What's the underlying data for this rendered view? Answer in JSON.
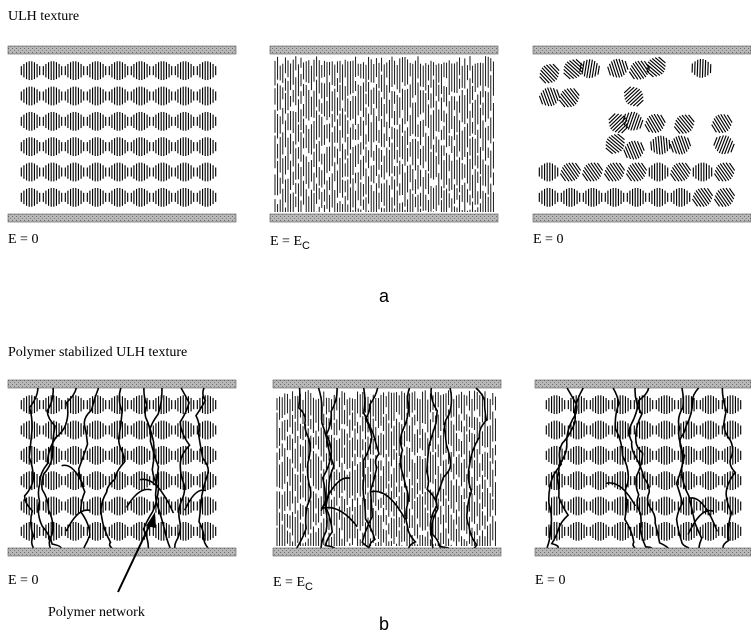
{
  "figure": {
    "colors": {
      "ink": "#000000",
      "plate": "#9a9a9a",
      "paper": "#ffffff"
    },
    "section_a": {
      "title": "ULH texture",
      "panel_labels": [
        "E = 0",
        "E = E",
        "E = 0"
      ],
      "subscript": "C",
      "caption": "a"
    },
    "section_b": {
      "title": "Polymer stabilized ULH texture",
      "panel_labels": [
        "E = 0",
        "E = E",
        "E = 0"
      ],
      "subscript": "C",
      "annotation": "Polymer network",
      "caption": "b"
    }
  }
}
